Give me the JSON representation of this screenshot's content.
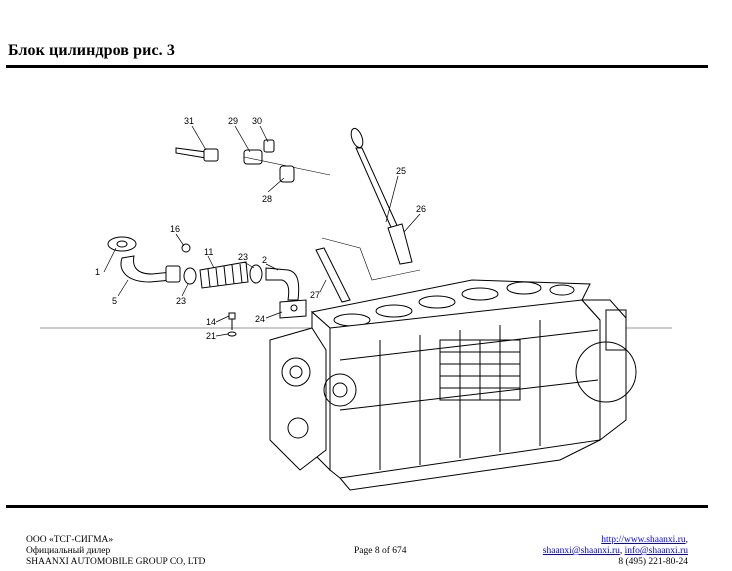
{
  "header": {
    "title": "Блок цилиндров рис. 3"
  },
  "figure": {
    "callouts": {
      "c31": "31",
      "c29": "29",
      "c30": "30",
      "c28": "28",
      "c25": "25",
      "c26": "26",
      "c16": "16",
      "c1": "1",
      "c11": "11",
      "c23a": "23",
      "c2": "2",
      "c5": "5",
      "c23b": "23",
      "c27": "27",
      "c24": "24",
      "c14": "14",
      "c21": "21"
    }
  },
  "footer": {
    "company": "ООО «ТСГ-СИГМА»",
    "dealer": "Официальный дилер",
    "manufacturer": "SHAANXI AUTOMOBILE GROUP CO, LTD",
    "page": "Page 8 of 674",
    "website": "http://www.shaanxi.ru",
    "website_suffix": ",",
    "email1": "shaanxi@shaanxi.ru",
    "email_sep": ", ",
    "email2": "info@shaanxi.ru",
    "phone": "8 (495) 221-80-24"
  }
}
